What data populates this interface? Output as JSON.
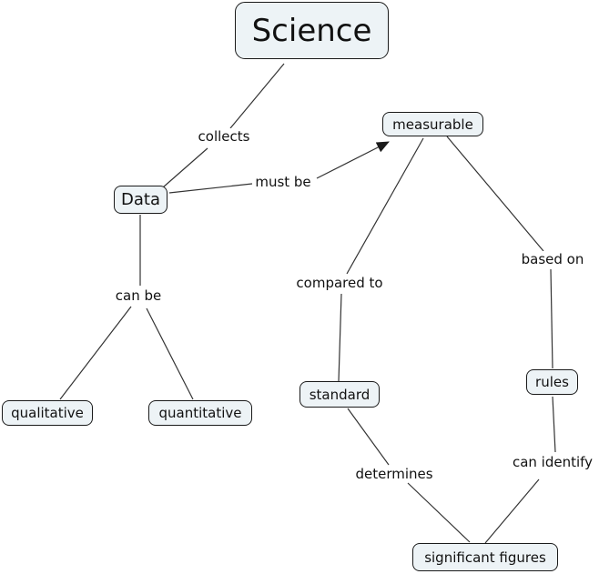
{
  "diagram": {
    "kind": "concept-map",
    "title": "Science concept map",
    "colors": {
      "background": "#ffffff",
      "node_fill": "#edf3f6",
      "node_border": "#1a1a1a",
      "line": "#333333",
      "text": "#111111"
    },
    "nodes": {
      "science": {
        "label": "Science"
      },
      "data": {
        "label": "Data"
      },
      "measurable": {
        "label": "measurable"
      },
      "qualitative": {
        "label": "qualitative"
      },
      "quantitative": {
        "label": "quantitative"
      },
      "standard": {
        "label": "standard"
      },
      "rules": {
        "label": "rules"
      },
      "significant_figures": {
        "label": "significant figures"
      }
    },
    "edges": {
      "collects": {
        "label": "collects",
        "from": "Science",
        "to": "Data",
        "arrow": false
      },
      "must_be": {
        "label": "must be",
        "from": "Data",
        "to": "measurable",
        "arrow": true
      },
      "can_be": {
        "label": "can be",
        "from": "Data",
        "to": "qualitative, quantitative",
        "arrow": false
      },
      "compared_to": {
        "label": "compared to",
        "from": "measurable",
        "to": "standard",
        "arrow": false
      },
      "based_on": {
        "label": "based on",
        "from": "measurable",
        "to": "rules",
        "arrow": false
      },
      "determines": {
        "label": "determines",
        "from": "standard",
        "to": "significant figures",
        "arrow": false
      },
      "can_identify": {
        "label": "can identify",
        "from": "rules",
        "to": "significant figures",
        "arrow": false
      }
    }
  }
}
